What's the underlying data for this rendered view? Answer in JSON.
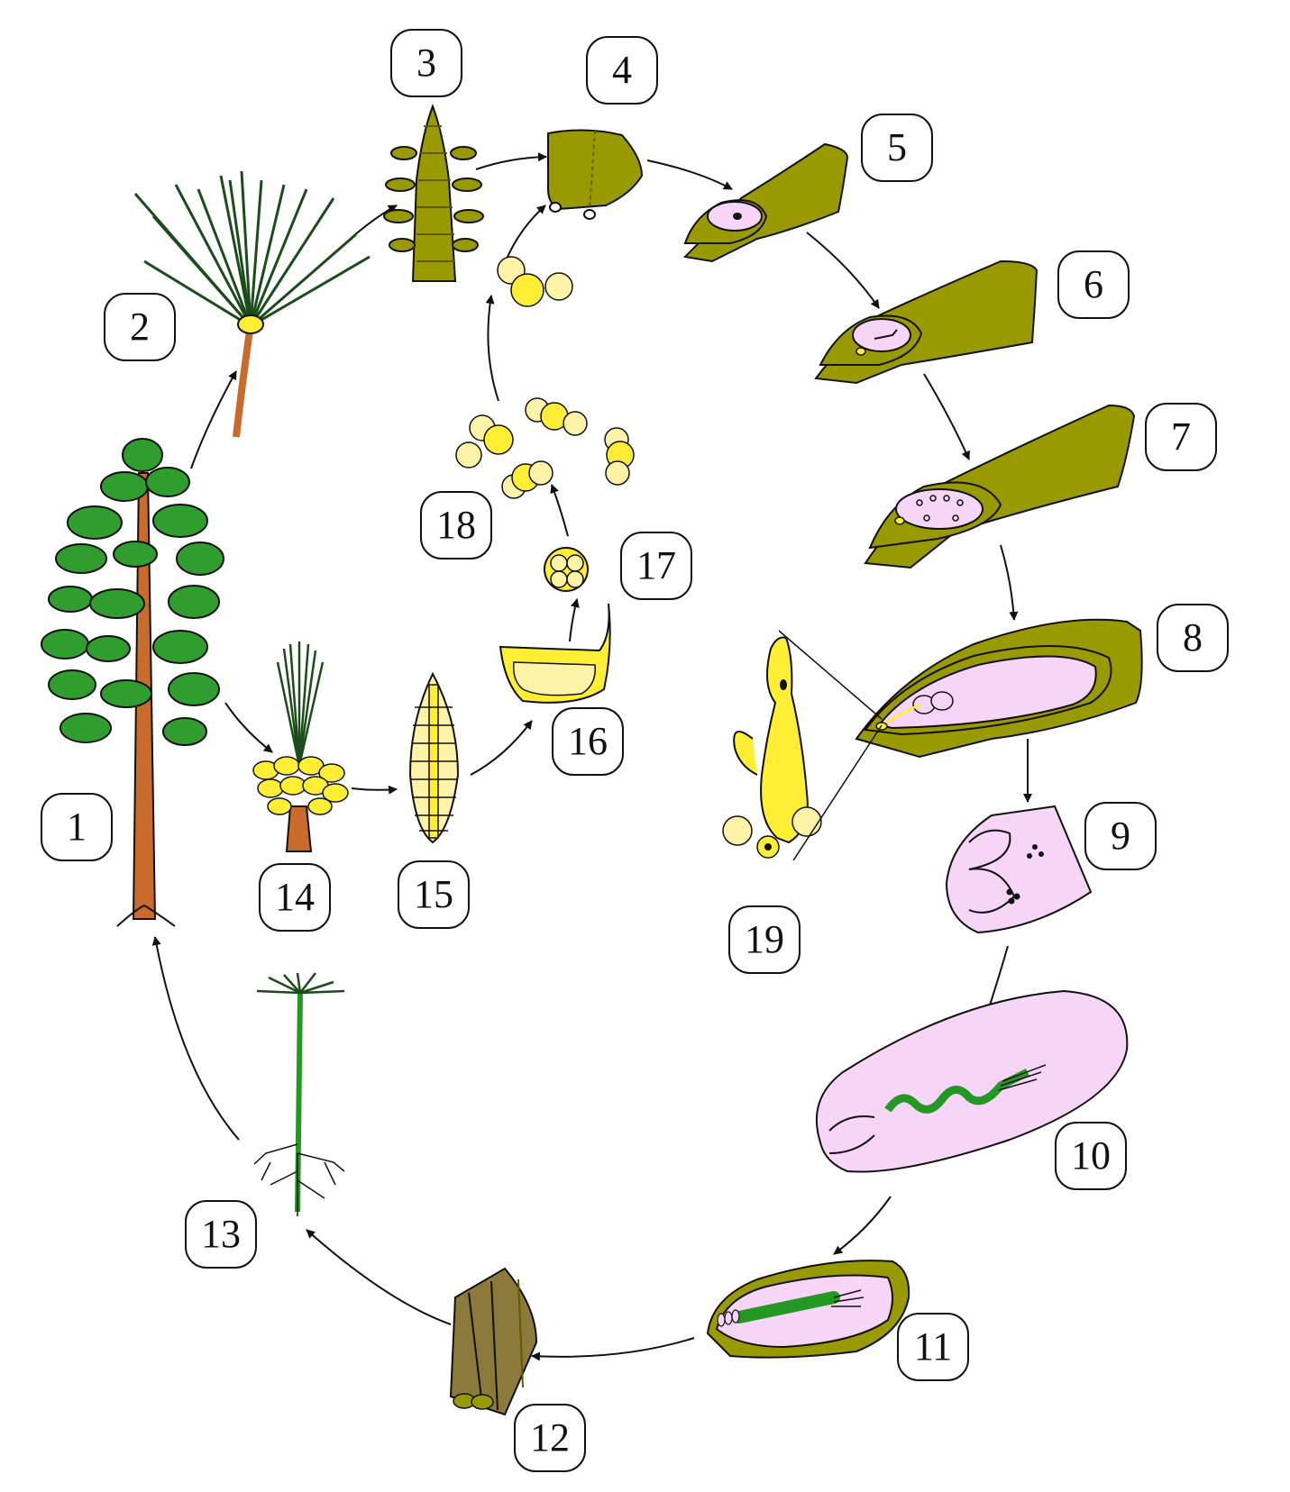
{
  "colors": {
    "olive": "#999900",
    "olive_dark": "#5c5c00",
    "pink": "#f7d5f7",
    "pollen_yellow": "#ffee33",
    "pollen_pale": "#fff3a8",
    "foliage_green": "#2f9e2f",
    "needle_green": "#1b4d1b",
    "trunk_brown": "#c96b2a",
    "embryo_green": "#239823",
    "seed_brown": "#8b7a3a",
    "outline": "#111111"
  },
  "stages": [
    {
      "number": "1",
      "icon": "pine-tree-icon"
    },
    {
      "number": "2",
      "icon": "pine-shoot-with-seed-cone-icon"
    },
    {
      "number": "3",
      "icon": "seed-cone-section-icon"
    },
    {
      "number": "4",
      "icon": "ovuliferous-scale-icon"
    },
    {
      "number": "5",
      "icon": "ovule-megaspore-icon"
    },
    {
      "number": "6",
      "icon": "ovule-megaspore-tetrad-icon"
    },
    {
      "number": "7",
      "icon": "ovule-female-gametophyte-icon"
    },
    {
      "number": "8",
      "icon": "ovule-archegonia-icon"
    },
    {
      "number": "9",
      "icon": "fertilized-archegonia-icon"
    },
    {
      "number": "10",
      "icon": "developing-embryo-icon"
    },
    {
      "number": "11",
      "icon": "mature-seed-icon"
    },
    {
      "number": "12",
      "icon": "winged-seed-icon"
    },
    {
      "number": "13",
      "icon": "seedling-icon"
    },
    {
      "number": "14",
      "icon": "shoot-with-pollen-cones-icon"
    },
    {
      "number": "15",
      "icon": "pollen-cone-section-icon"
    },
    {
      "number": "16",
      "icon": "microsporangium-icon"
    },
    {
      "number": "17",
      "icon": "microspore-tetrad-icon"
    },
    {
      "number": "18",
      "icon": "pollen-grains-icon"
    },
    {
      "number": "19",
      "icon": "germinating-pollen-tube-icon"
    }
  ]
}
